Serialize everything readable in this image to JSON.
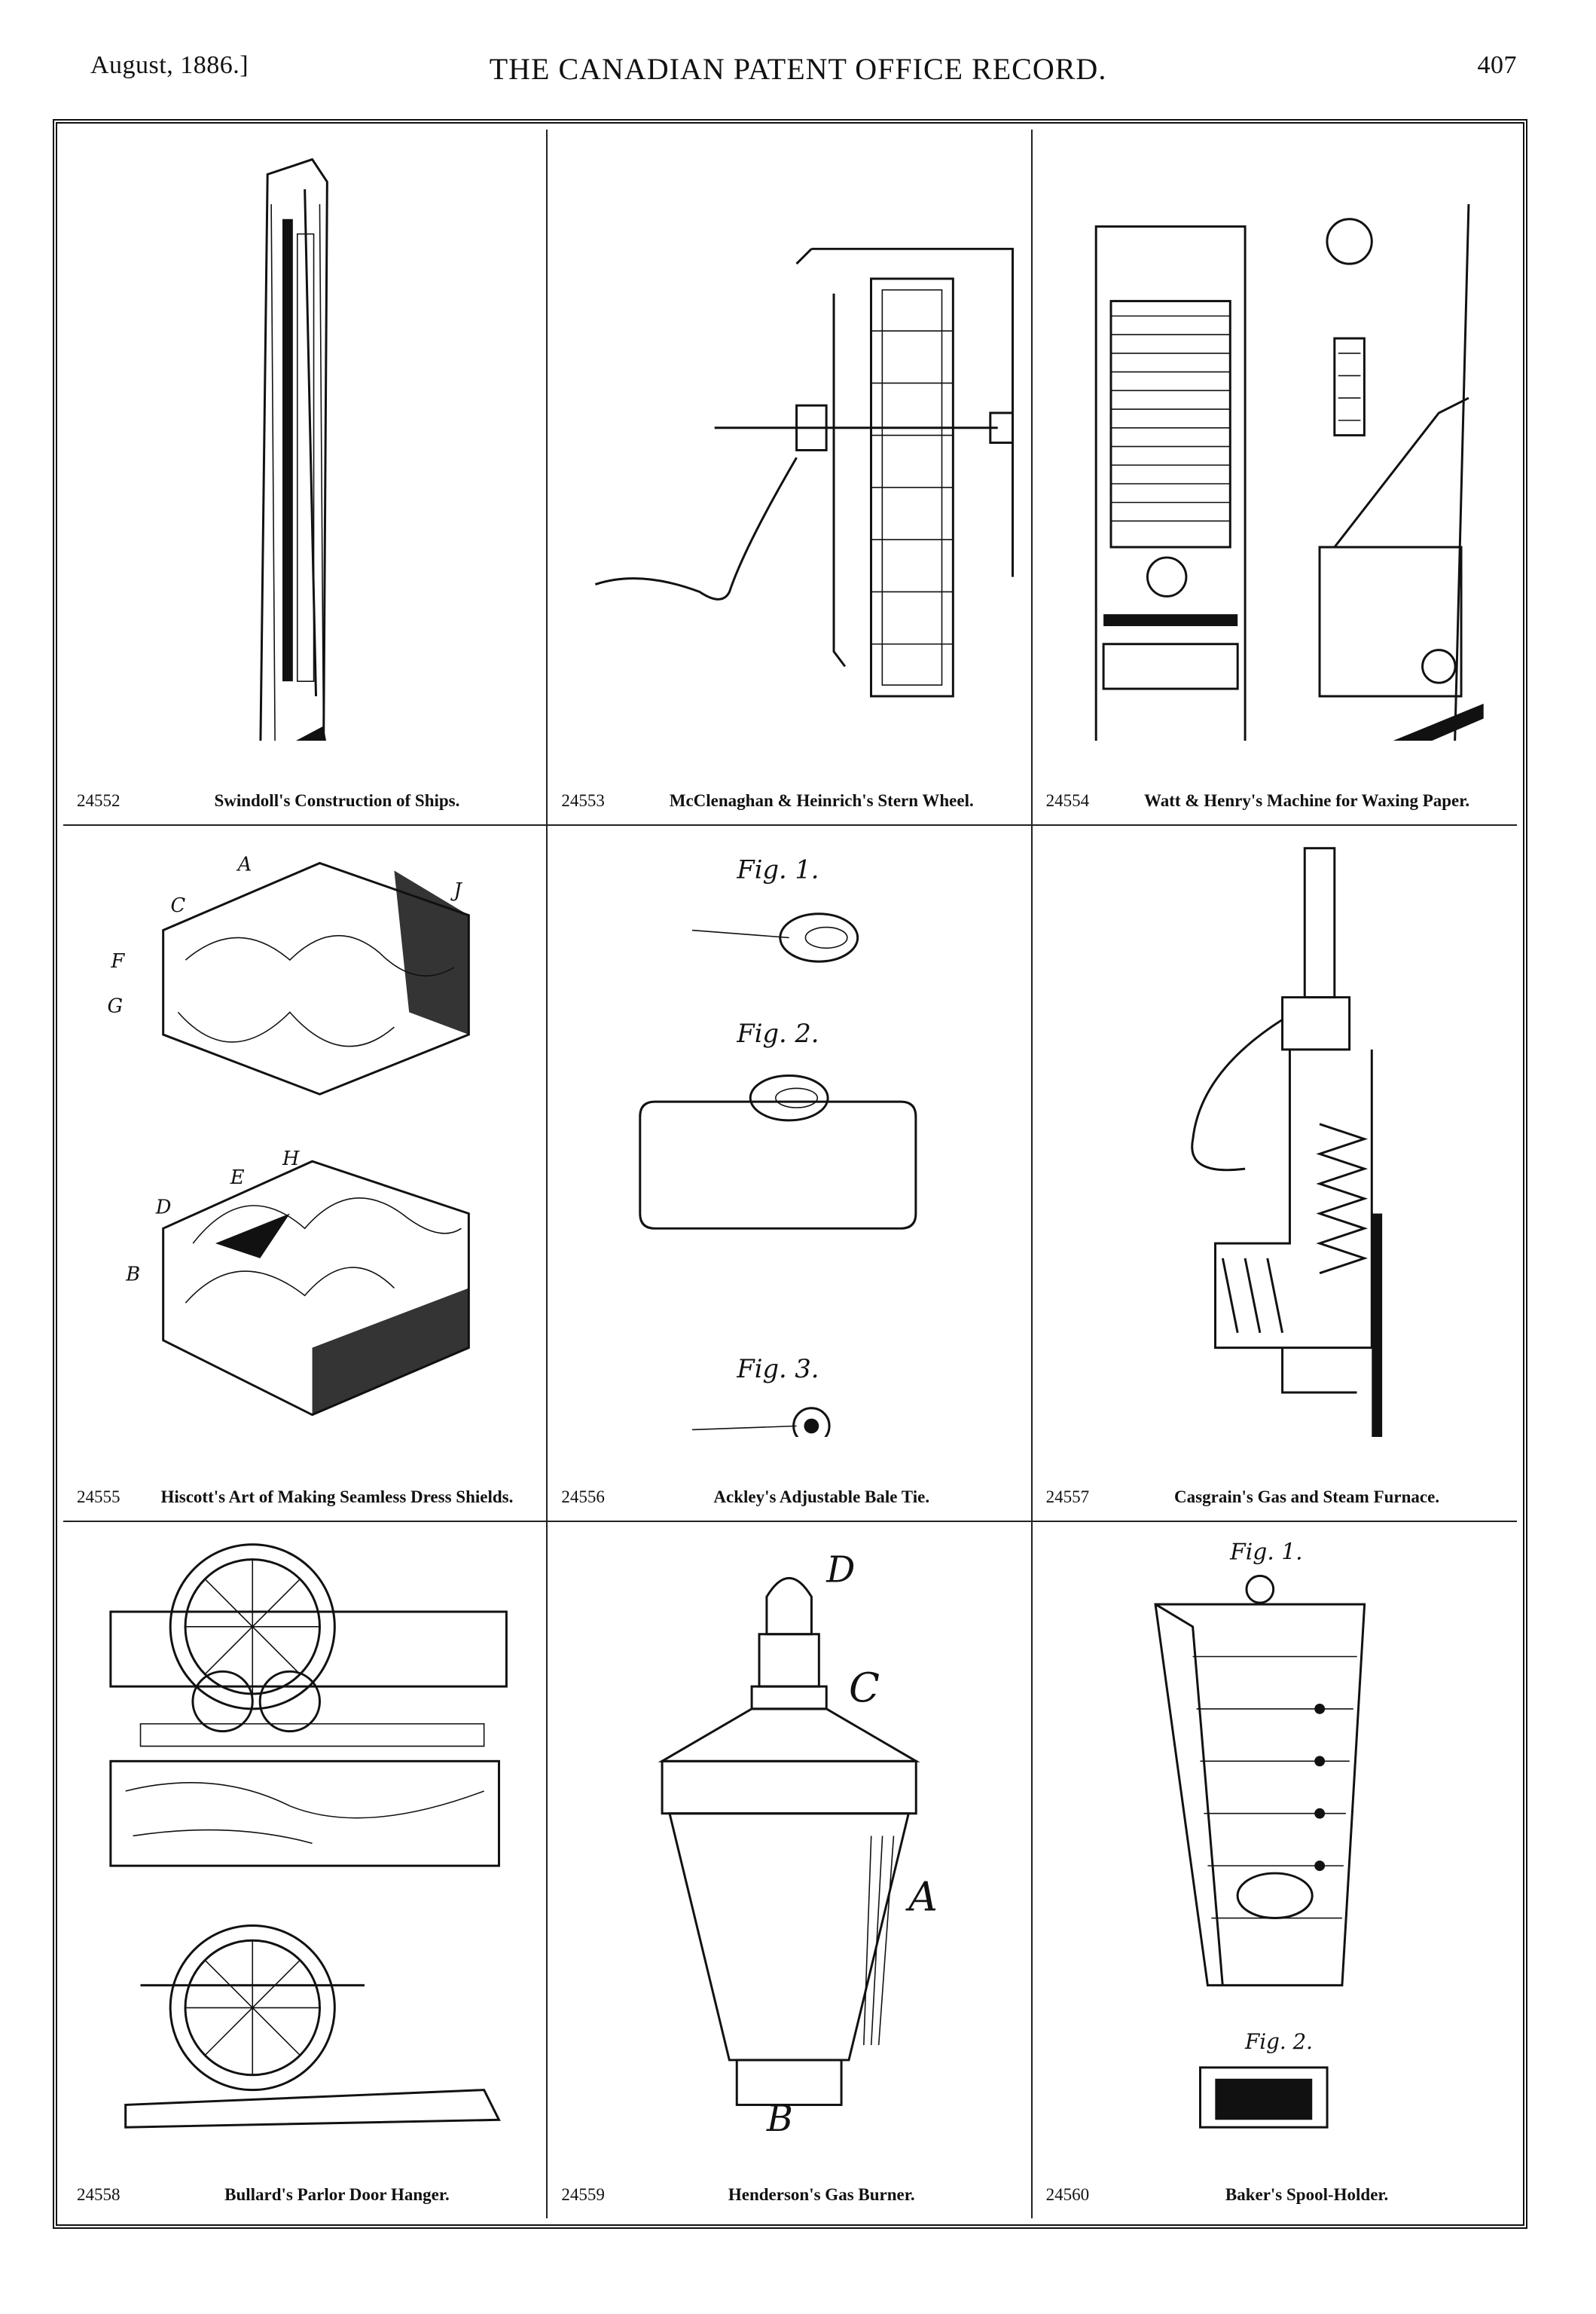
{
  "header": {
    "date": "August, 1886.]",
    "title": "THE CANADIAN PATENT OFFICE RECORD.",
    "page": "407"
  },
  "patents": [
    {
      "number": "24552",
      "title": "Swindoll's Construction of Ships."
    },
    {
      "number": "24553",
      "title": "McClenaghan & Heinrich's Stern Wheel."
    },
    {
      "number": "24554",
      "title": "Watt & Henry's Machine for Waxing Paper."
    },
    {
      "number": "24555",
      "title": "Hiscott's Art of Making Seamless Dress Shields."
    },
    {
      "number": "24556",
      "title": "Ackley's Adjustable Bale Tie."
    },
    {
      "number": "24557",
      "title": "Casgrain's Gas and Steam Furnace."
    },
    {
      "number": "24558",
      "title": "Bullard's Parlor Door Hanger."
    },
    {
      "number": "24559",
      "title": "Henderson's Gas Burner."
    },
    {
      "number": "24560",
      "title": "Baker's Spool-Holder."
    }
  ],
  "figure_labels": {
    "bale_tie": [
      "Fig. 1.",
      "Fig. 2.",
      "Fig. 3."
    ],
    "gas_burner": [
      "D",
      "C",
      "A",
      "B"
    ],
    "spool_holder": [
      "Fig. 1.",
      "Fig. 2."
    ],
    "dress_shield": [
      "A",
      "C",
      "F",
      "G",
      "J",
      "E",
      "H",
      "D",
      "B"
    ]
  }
}
